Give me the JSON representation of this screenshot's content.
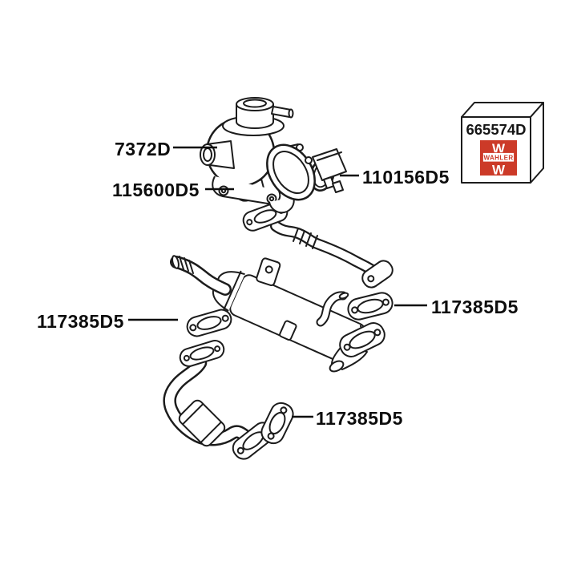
{
  "diagram": {
    "type": "exploded-parts-diagram",
    "background": "#ffffff",
    "line_color": "#1c1c1c",
    "callouts": [
      {
        "part": "egr-valve",
        "text": "7372D"
      },
      {
        "part": "egr-valve-gasket",
        "text": "115600D5"
      },
      {
        "part": "o-ring-seal",
        "text": "110156D5"
      },
      {
        "part": "cooler-gasket-left",
        "text": "117385D5"
      },
      {
        "part": "cooler-gasket-right",
        "text": "117385D5"
      },
      {
        "part": "downpipe-gasket",
        "text": "117385D5"
      }
    ],
    "package_box": {
      "part_number": "665574D",
      "brand_logo_text": "WAHLER",
      "logo_bg_color": "#cc3a28",
      "logo_text_color": "#cc3a28"
    }
  }
}
